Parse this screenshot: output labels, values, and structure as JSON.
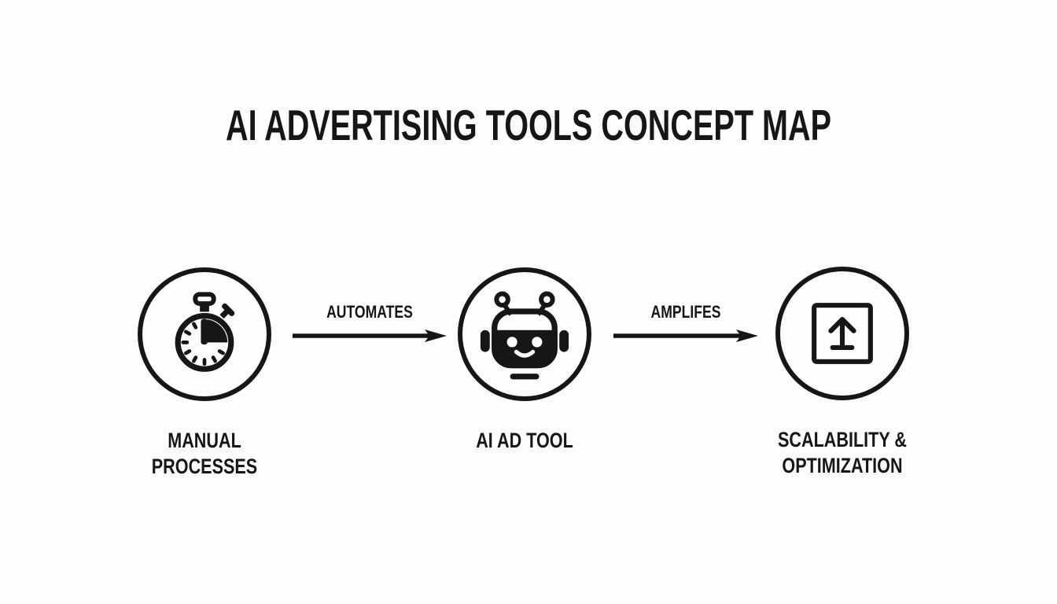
{
  "title": "AI ADVERTISING TOOLS CONCEPT MAP",
  "colors": {
    "ink": "#161616",
    "background": "#fdfdfc"
  },
  "nodes": [
    {
      "id": "manual-processes",
      "icon": "stopwatch-icon",
      "lines": [
        "MANUAL",
        "PROCESSES"
      ]
    },
    {
      "id": "ai-ad-tool",
      "icon": "robot-icon",
      "lines": [
        "AI AD TOOL"
      ]
    },
    {
      "id": "scalability-optimization",
      "icon": "upload-box-icon",
      "lines": [
        "SCALABILITY &",
        "OPTIMIZATION"
      ]
    }
  ],
  "edges": [
    {
      "from": "manual-processes",
      "to": "ai-ad-tool",
      "label": "AUTOMATES"
    },
    {
      "from": "ai-ad-tool",
      "to": "scalability-optimization",
      "label": "AMPLIFES"
    }
  ]
}
